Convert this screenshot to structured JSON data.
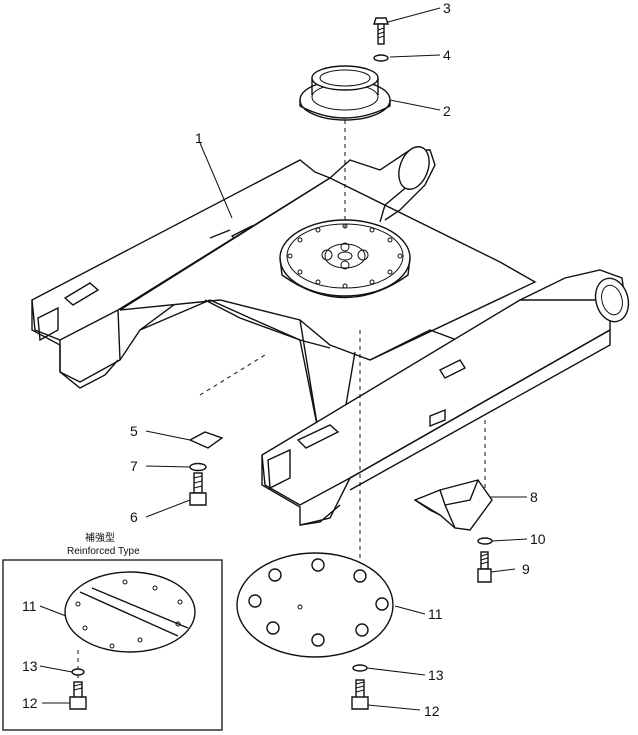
{
  "callouts": {
    "c1": "1",
    "c2": "2",
    "c3": "3",
    "c4": "4",
    "c5": "5",
    "c6": "6",
    "c7": "7",
    "c8": "8",
    "c9": "9",
    "c10": "10",
    "c11": "11",
    "c12": "12",
    "c13": "13"
  },
  "inset": {
    "caption_jp": "補強型",
    "caption_en": "Reinforced Type",
    "c11": "11",
    "c12": "12",
    "c13": "13"
  }
}
